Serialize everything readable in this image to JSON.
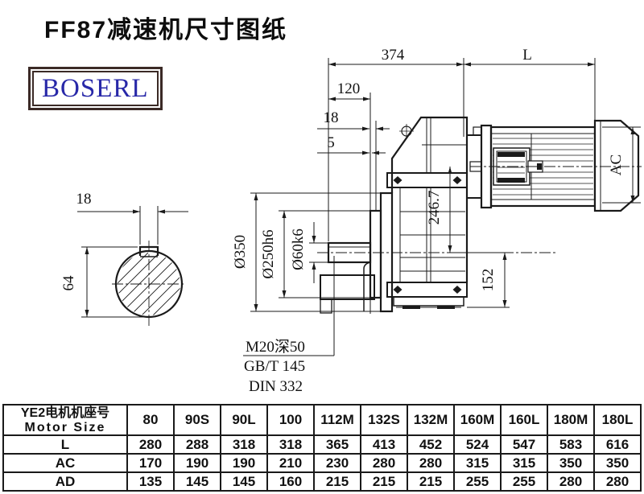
{
  "page": {
    "title": "FF87减速机尺寸图纸",
    "logo": "BOSERL"
  },
  "colors": {
    "line": "#1a1a1a",
    "logo_text": "#2828a8",
    "logo_border": "#3b2a26",
    "background": "#ffffff"
  },
  "drawing": {
    "dims": {
      "overall_length": "374",
      "motor_length": "L",
      "flange_depth": "120",
      "shoulder_18": "18",
      "shoulder_5": "5",
      "motor_height": "AC",
      "axis_height": "246.7",
      "base_height": "152",
      "flange_od": "Ø350",
      "spigot_od": "Ø250h6",
      "shaft_od": "Ø60k6",
      "key_width": "18",
      "key_height": "64",
      "tap_note": "M20深50",
      "tap_std1": "GB/T 145",
      "tap_std2": "DIN 332"
    }
  },
  "table": {
    "header": {
      "label_cn": "YE2电机机座号",
      "label_en": "Motor Size",
      "columns": [
        "80",
        "90S",
        "90L",
        "100",
        "112M",
        "132S",
        "132M",
        "160M",
        "160L",
        "180M",
        "180L"
      ]
    },
    "rows": [
      {
        "label": "L",
        "values": [
          "280",
          "288",
          "318",
          "318",
          "365",
          "413",
          "452",
          "524",
          "547",
          "583",
          "616"
        ]
      },
      {
        "label": "AC",
        "values": [
          "170",
          "190",
          "190",
          "210",
          "230",
          "280",
          "280",
          "315",
          "315",
          "350",
          "350"
        ]
      },
      {
        "label": "AD",
        "values": [
          "135",
          "145",
          "145",
          "160",
          "215",
          "215",
          "215",
          "255",
          "255",
          "280",
          "280"
        ]
      }
    ]
  }
}
